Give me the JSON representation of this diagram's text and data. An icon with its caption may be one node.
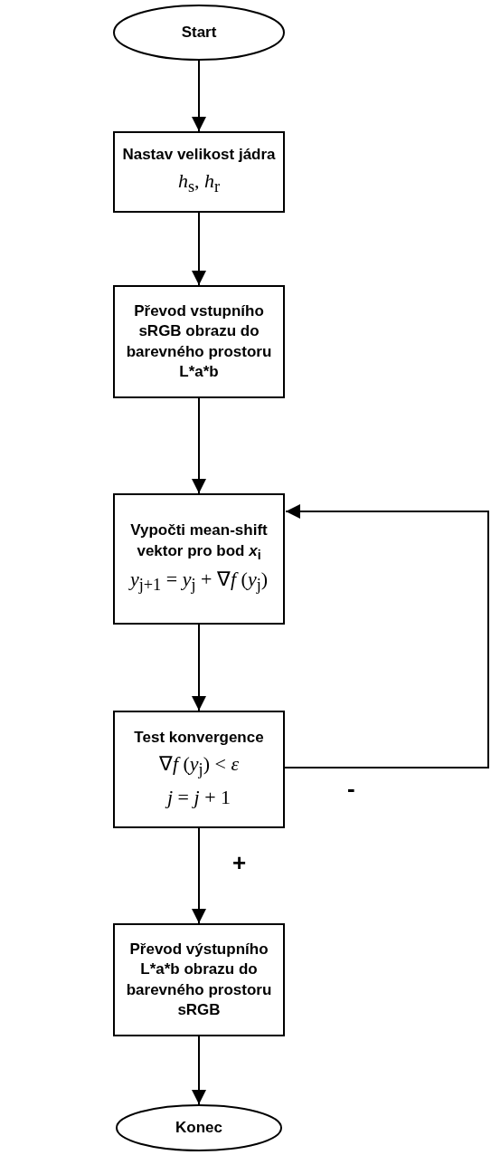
{
  "diagram": {
    "nodes": [
      {
        "text": [
          "Start"
        ]
      },
      {
        "text": [
          "Nastav velikost jádra",
          "*h*$_{s}$, *h*$_{r}$"
        ]
      },
      {
        "text": [
          "Převod vstupního sRGB obrazu do barevného prostoru L*a*b"
        ]
      },
      {
        "text": [
          "Vypočti mean-shift vektor pro bod *x*$_{i}$",
          "*y*$_{j+1}$ = *y*$_{j}$ + ∇*f* (*y*$_{j}$)"
        ]
      },
      {
        "text": [
          "Test konvergence",
          "∇*f* (*y*$_{j}$) < *ε*",
          "*j* = *j* + 1"
        ]
      },
      {
        "text": [
          "Převod výstupního L*a*b obrazu do barevného prostoru sRGB"
        ]
      },
      {
        "text": [
          "Konec"
        ]
      }
    ],
    "edges": [
      {
        "from": 0,
        "to": 1,
        "arrow": "to"
      },
      {
        "from": 1,
        "to": 2,
        "arrow": "to"
      },
      {
        "from": 2,
        "to": 3,
        "arrow": "to"
      },
      {
        "from": 3,
        "to": 4,
        "arrow": "to"
      },
      {
        "from": 4,
        "to": 5,
        "arrow": "to",
        "label": "+"
      },
      {
        "from": 5,
        "to": 6,
        "arrow": "to"
      },
      {
        "from": 4,
        "to": 3,
        "arrow": "to",
        "label": "-"
      }
    ]
  }
}
